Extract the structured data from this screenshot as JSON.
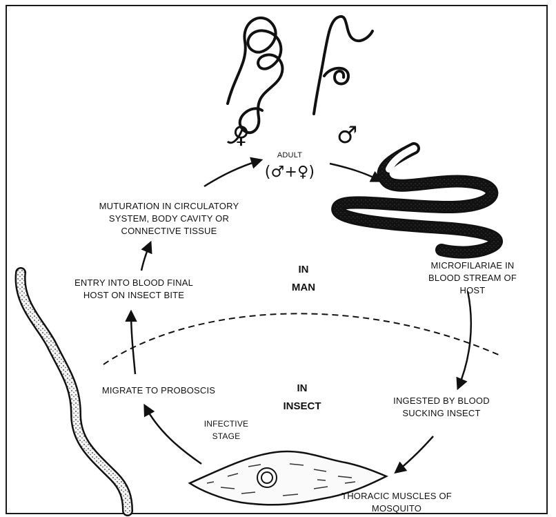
{
  "symbols": {
    "female": "♀",
    "male": "♂"
  },
  "labels": {
    "adult_title": "ADULT",
    "adult_formula": "(♂+♀)",
    "maturation": "MUTURATION IN CIRCULATORY\nSYSTEM, BODY CAVITY OR\nCONNECTIVE TISSUE",
    "entry": "ENTRY INTO BLOOD FINAL\nHOST ON INSECT BITE",
    "in_man": "IN\nMAN",
    "microfilariae": "MICROFILARIAE IN\nBLOOD STREAM OF\nHOST",
    "migrate": "MIGRATE TO PROBOSCIS",
    "in_insect": "IN\nINSECT",
    "ingested": "INGESTED BY BLOOD\nSUCKING INSECT",
    "infective": "INFECTIVE\nSTAGE",
    "thoracic": "THORACIC MUSCLES OF\nMOSQUITO"
  }
}
